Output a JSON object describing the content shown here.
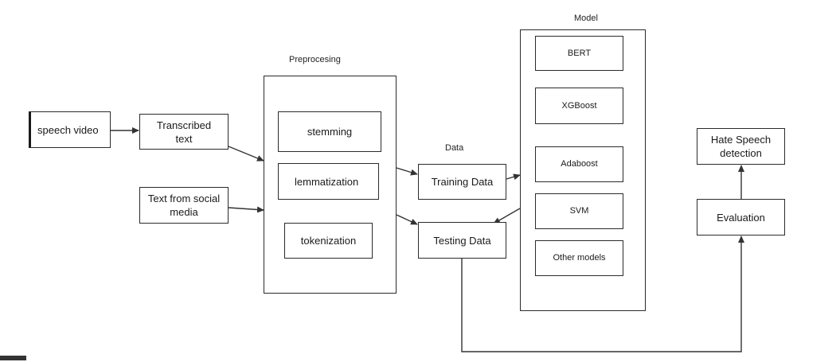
{
  "diagram": {
    "nodes": {
      "speech_video": "speech video",
      "transcribed_text": "Transcribed text",
      "social_text": "Text from social media",
      "stemming": "stemming",
      "lemmatization": "lemmatization",
      "tokenization": "tokenization",
      "training_data": "Training Data",
      "testing_data": "Testing Data",
      "bert": "BERT",
      "xgboost": "XGBoost",
      "adaboost": "Adaboost",
      "svm": "SVM",
      "other_models": "Other models",
      "evaluation": "Evaluation",
      "hate_speech": "Hate Speech detection"
    },
    "groups": {
      "preprocessing": "Preprocesing",
      "data": "Data",
      "model": "Model"
    },
    "edges": [
      {
        "from": "speech_video",
        "to": "transcribed_text"
      },
      {
        "from": "transcribed_text",
        "to": "preprocessing"
      },
      {
        "from": "social_text",
        "to": "preprocessing"
      },
      {
        "from": "preprocessing",
        "to": "training_data"
      },
      {
        "from": "preprocessing",
        "to": "testing_data"
      },
      {
        "from": "training_data",
        "to": "model"
      },
      {
        "from": "model",
        "to": "testing_data"
      },
      {
        "from": "testing_data",
        "to": "evaluation"
      },
      {
        "from": "evaluation",
        "to": "hate_speech"
      }
    ]
  }
}
